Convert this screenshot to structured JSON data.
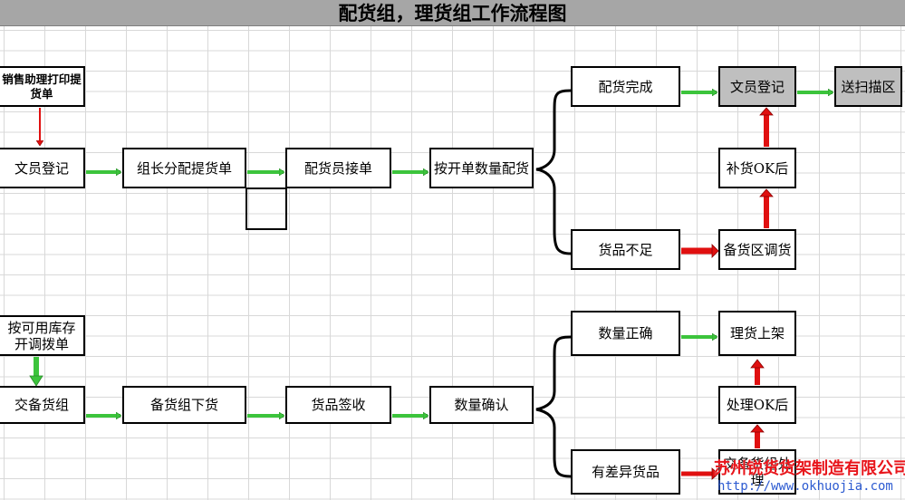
{
  "title": "配货组，理货组工作流程图",
  "nodes": {
    "sales_print": "销售助理打印提货单",
    "clerk_register_1": "文员登记",
    "leader_assign": "组长分配提货单",
    "picker_receive": "配货员接单",
    "pick_by_qty": "按开单数量配货",
    "pick_done": "配货完成",
    "clerk_register_2": "文员登记",
    "send_scan": "送扫描区",
    "goods_short": "货品不足",
    "reserve_transfer": "备货区调货",
    "replenish_ok": "补货OK后",
    "open_transfer": "按可用库存开调拨单",
    "to_reserve_group": "交备货组",
    "reserve_unload": "备货组下货",
    "goods_sign": "货品签收",
    "qty_confirm": "数量确认",
    "qty_correct": "数量正确",
    "tally_shelve": "理货上架",
    "diff_goods": "有差异货品",
    "to_reserve_handle": "交备货组处理",
    "handle_ok": "处理OK后"
  },
  "watermark": {
    "company": "苏州锐货货架制造有限公司",
    "url": "http://www.okhuojia.com"
  },
  "colors": {
    "green_arrow": "#3cc43c",
    "red_arrow": "#e01010",
    "gray_box": "#bfbfbf",
    "title_bar": "#a6a6a6"
  }
}
